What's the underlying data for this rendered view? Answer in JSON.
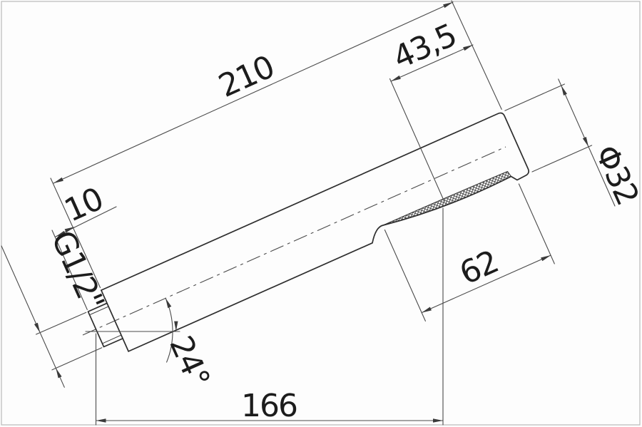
{
  "drawing": {
    "type": "technical-dimension-drawing",
    "subject": "hand-shower side view, tilted 24 degrees",
    "colors": {
      "background": "#fdfdfd",
      "outline": "#2e2e2e",
      "dimension_lines": "#4a4a4a",
      "text": "#1c1c1c",
      "border": "#b9b9b9"
    },
    "dimensions": {
      "total_length": {
        "value": "210"
      },
      "head_length": {
        "value": "43,5"
      },
      "head_diameter": {
        "value": "Φ32"
      },
      "connector_length": {
        "value": "10"
      },
      "thread": {
        "value": "G1/2\""
      },
      "spray_face_length": {
        "value": "62"
      },
      "tilt_angle": {
        "value": "24°"
      },
      "horizontal_distance": {
        "value": "166"
      }
    }
  }
}
